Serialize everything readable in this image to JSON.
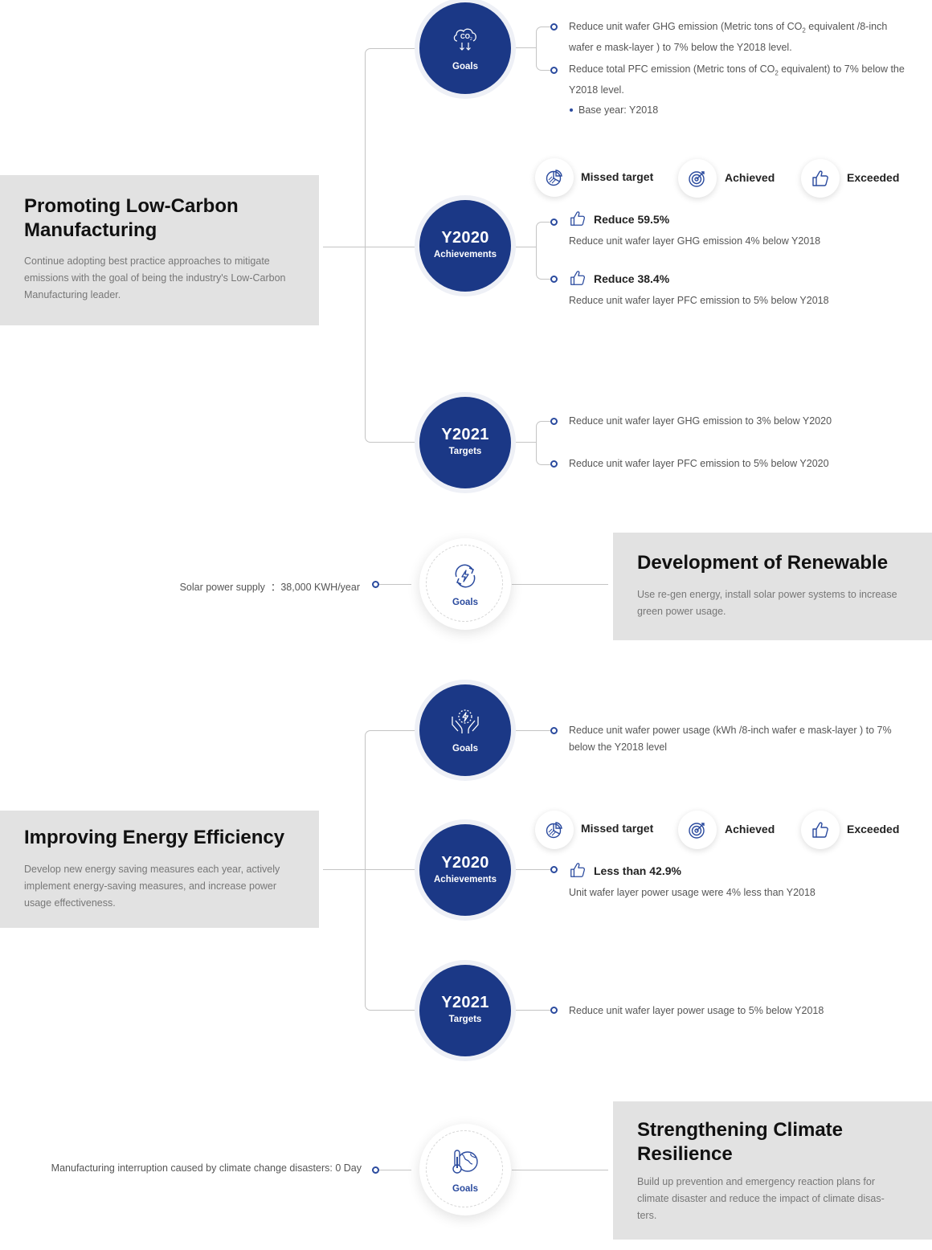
{
  "legend": {
    "missed": "Missed target",
    "achieved": "Achieved",
    "exceeded": "Exceeded"
  },
  "section1": {
    "title": "Promoting Low-Carbon Manufacturing",
    "description": "Continue adopting best practice approaches to mitigate emissions with the goal of being the industry's Low-Carbon Manufacturing leader.",
    "goals": {
      "label": "Goals",
      "item1_a": "Reduce unit wafer GHG emission (Metric tons of CO",
      "item1_sub": "2",
      "item1_b": " equivalent /8-inch wafer e mask-layer ) to 7% below the Y2018 level.",
      "item2_a": "Reduce total PFC emission (Metric tons of CO",
      "item2_sub": "2",
      "item2_b": " equivalent) to 7% below the Y2018 level.",
      "base_year": "Base year: Y2018"
    },
    "achievements": {
      "year": "Y2020",
      "label": "Achievements",
      "items": [
        {
          "title": "Reduce 59.5%",
          "desc": "Reduce unit wafer layer GHG emission 4% below Y2018"
        },
        {
          "title": "Reduce 38.4%",
          "desc": "Reduce unit wafer layer PFC emission to 5% below Y2018"
        }
      ]
    },
    "targets": {
      "year": "Y2021",
      "label": "Targets",
      "items": [
        "Reduce unit wafer layer GHG emission to 3% below Y2020",
        "Reduce unit wafer layer PFC emission to 5% below Y2020"
      ]
    }
  },
  "section2": {
    "title": "Development of Renewable",
    "description": "Use re-gen energy, install solar power systems to increase green power usage.",
    "goal_label": "Goals",
    "goal_text": "Solar power supply  ：38,000 KWH/year"
  },
  "section3": {
    "title": "Improving Energy Efficiency",
    "description": "Develop new energy saving measures each year, actively implement energy-saving measures, and increase power usage effectiveness.",
    "goals": {
      "label": "Goals",
      "item": "Reduce unit wafer power usage (kWh /8-inch wafer e mask-layer ) to 7% below the Y2018 level"
    },
    "achievements": {
      "year": "Y2020",
      "label": "Achievements",
      "items": [
        {
          "title": "Less than 42.9%",
          "desc": "Unit wafer layer power usage were 4% less than Y2018"
        }
      ]
    },
    "targets": {
      "year": "Y2021",
      "label": "Targets",
      "items": [
        "Reduce unit wafer layer power usage to 5% below Y2018"
      ]
    }
  },
  "section4": {
    "title": "Strengthening Climate Resilience",
    "description": "Build up prevention and emergency reaction plans for climate disaster and reduce the impact of climate disas-ters.",
    "goal_label": "Goals",
    "goal_text": "Manufacturing interruption caused by climate change disasters: 0 Day"
  },
  "colors": {
    "navy": "#1b3886",
    "gray_box": "#e2e2e2",
    "accent_dot": "#2a4a9e"
  },
  "icons": [
    "co2-cloud-icon",
    "renewable-energy-icon",
    "energy-hands-icon",
    "thermometer-globe-icon",
    "pie-chart-icon",
    "target-icon",
    "thumbs-up-icon"
  ]
}
